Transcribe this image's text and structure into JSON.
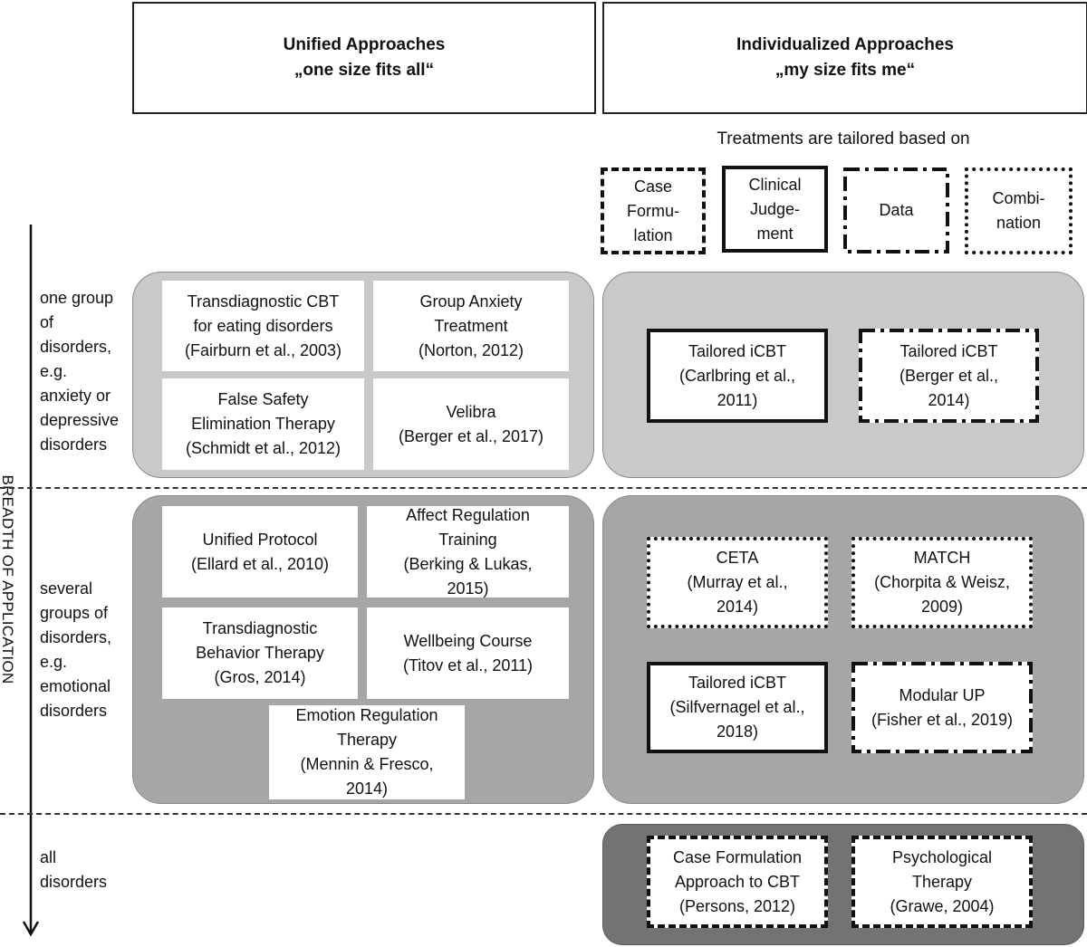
{
  "headers": {
    "unified": {
      "title": "Unified Approaches",
      "subtitle": "„one size fits all“"
    },
    "individualized": {
      "title": "Individualized Approaches",
      "subtitle": "„my size fits me“"
    }
  },
  "legend": {
    "caption": "Treatments are tailored based on",
    "items": [
      {
        "label": "Case\nFormu-\nlation",
        "style": "dashed"
      },
      {
        "label": "Clinical\nJudge-\nment",
        "style": "solid"
      },
      {
        "label": "Data",
        "style": "dash-dot"
      },
      {
        "label": "Combi-\nnation",
        "style": "dotted"
      }
    ]
  },
  "axis": {
    "label": "BREADTH OF APPLICATION"
  },
  "rows": {
    "one_group": {
      "label": "one group\nof\ndisorders,\ne.g.\nanxiety or\ndepressive\ndisorders",
      "unified": [
        "Transdiagnostic CBT\nfor eating disorders\n(Fairburn et al., 2003)",
        "Group Anxiety\nTreatment\n(Norton, 2012)",
        "False Safety\nElimination Therapy\n(Schmidt et al., 2012)",
        "Velibra\n(Berger et al., 2017)"
      ],
      "individualized": [
        {
          "text": "Tailored iCBT\n(Carlbring et al.,\n2011)",
          "style": "solid"
        },
        {
          "text": "Tailored iCBT\n(Berger et al.,\n2014)",
          "style": "dash-dot"
        }
      ]
    },
    "several_groups": {
      "label": "several\ngroups of\ndisorders,\ne.g.\nemotional\ndisorders",
      "unified": [
        "Unified Protocol\n(Ellard et al., 2010)",
        "Affect Regulation\nTraining\n(Berking & Lukas,\n2015)",
        "Transdiagnostic\nBehavior Therapy\n(Gros, 2014)",
        "Wellbeing Course\n(Titov et al., 2011)",
        "Emotion Regulation\nTherapy\n(Mennin & Fresco,\n2014)"
      ],
      "individualized": [
        {
          "text": "CETA\n(Murray et al.,\n2014)",
          "style": "dotted"
        },
        {
          "text": "MATCH\n(Chorpita & Weisz,\n2009)",
          "style": "dotted"
        },
        {
          "text": "Tailored iCBT\n(Silfvernagel et al.,\n2018)",
          "style": "solid"
        },
        {
          "text": "Modular UP\n(Fisher et al., 2019)",
          "style": "dash-dot"
        }
      ]
    },
    "all": {
      "label": "all\ndisorders",
      "individualized": [
        {
          "text": "Case Formulation\nApproach to CBT\n(Persons, 2012)",
          "style": "dashed"
        },
        {
          "text": "Psychological\nTherapy\n(Grawe, 2004)",
          "style": "dashed"
        }
      ]
    }
  }
}
